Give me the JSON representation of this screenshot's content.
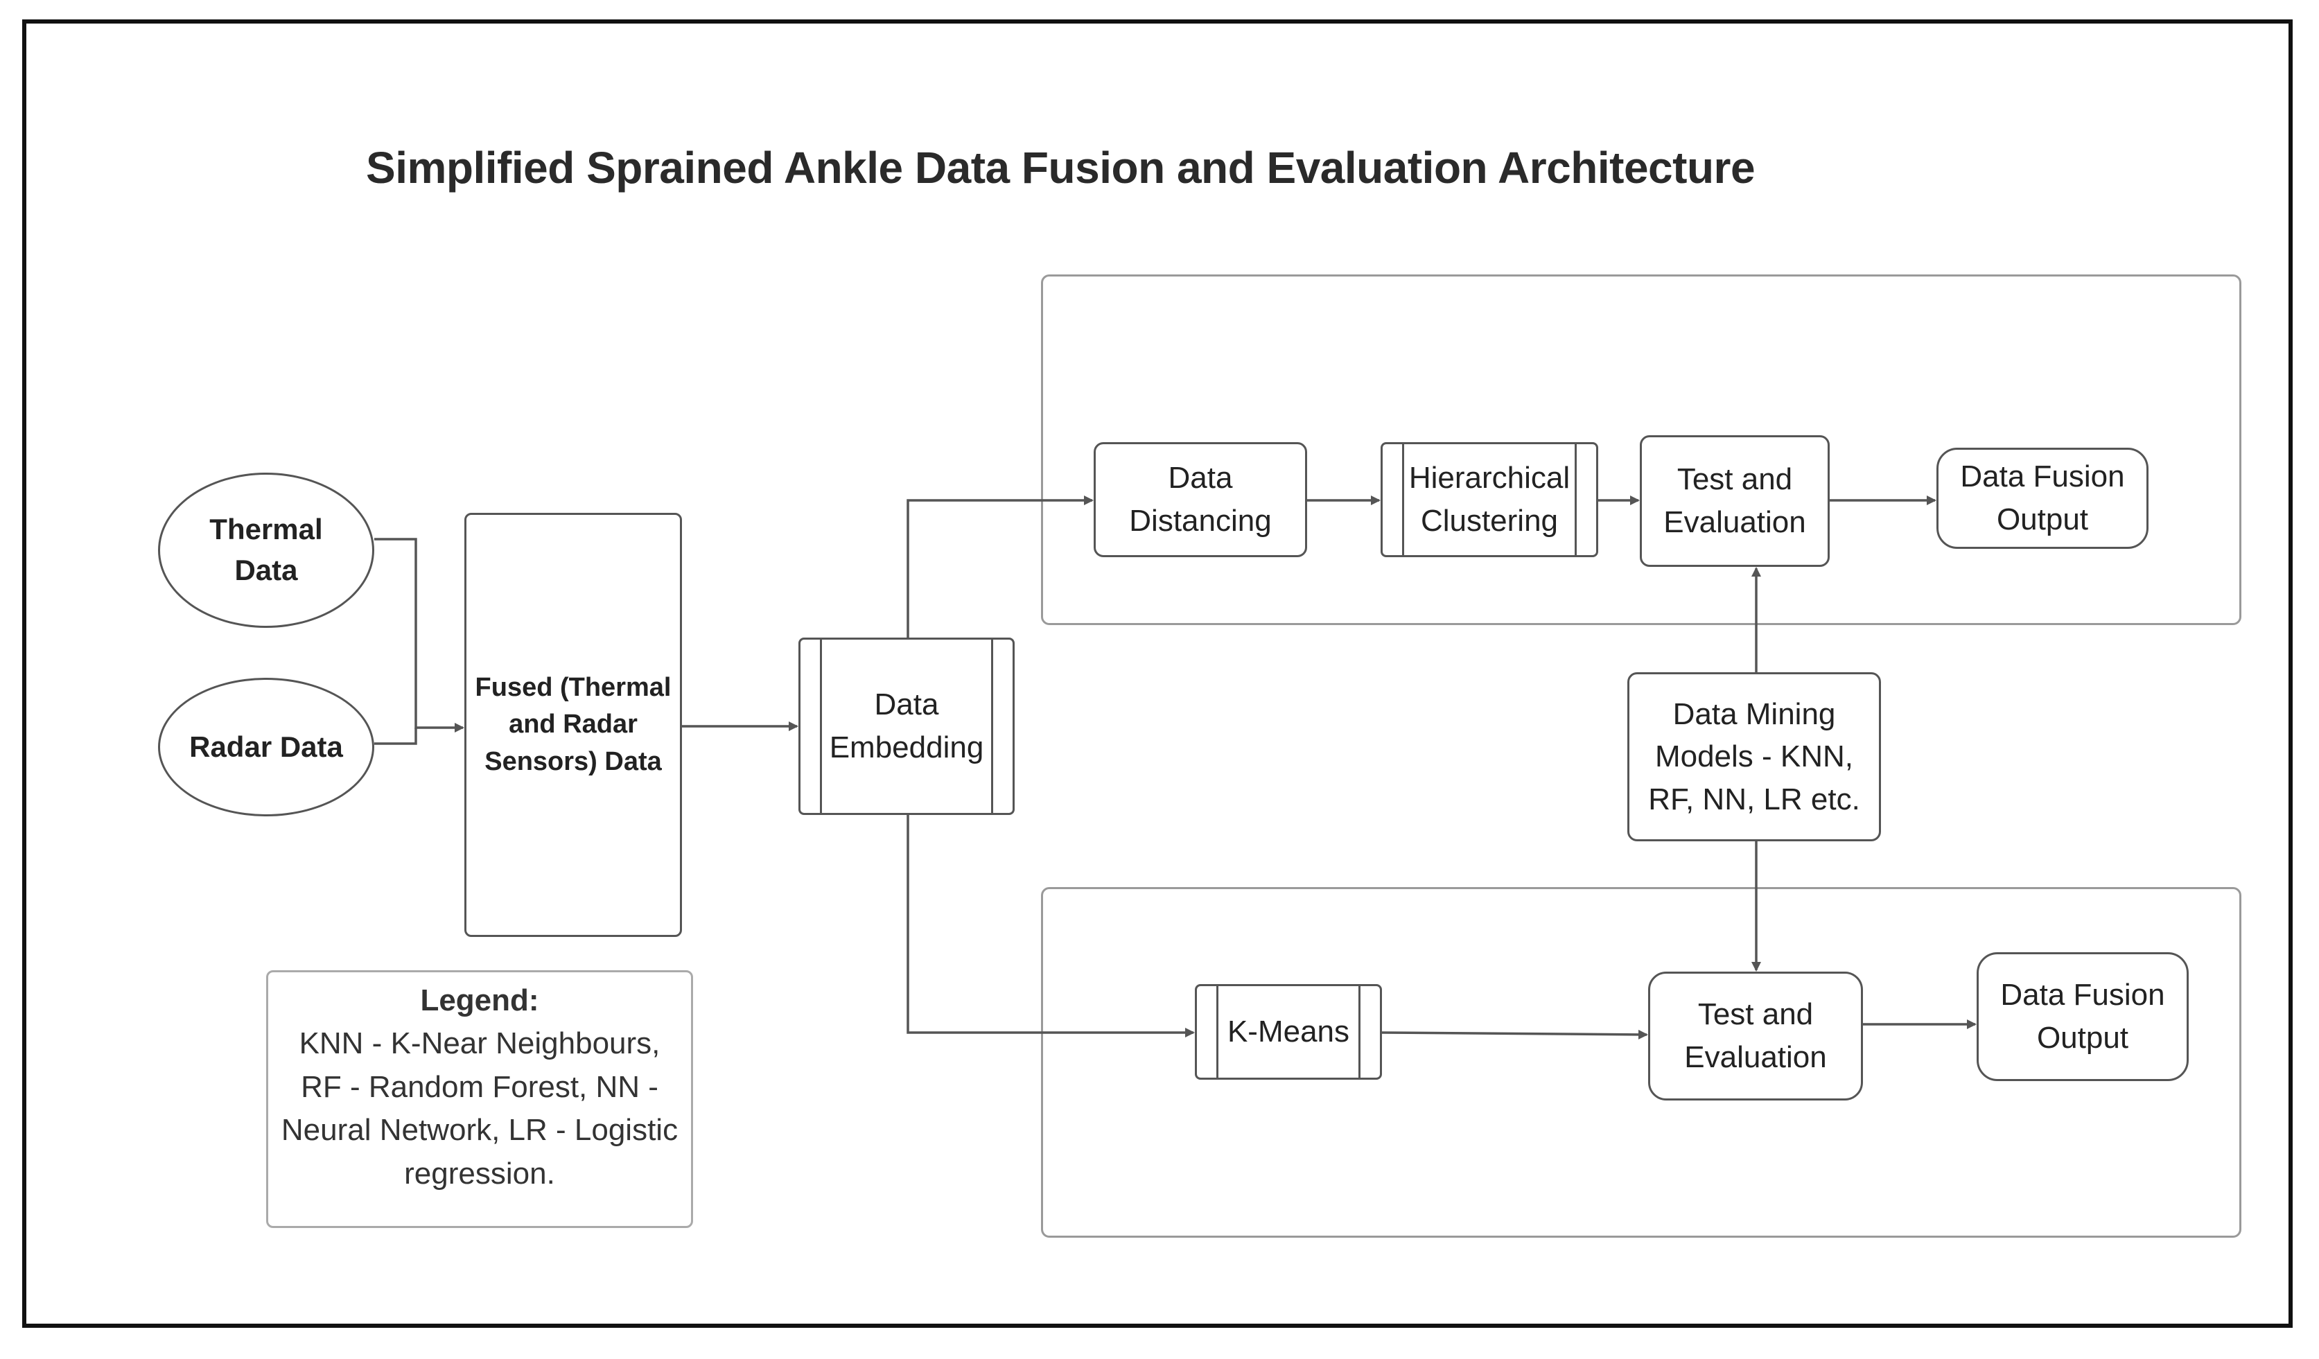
{
  "title": "Simplified Sprained Ankle Data Fusion and Evaluation Architecture",
  "nodes": {
    "thermal": "Thermal\nData",
    "radar": "Radar Data",
    "fused": "Fused  (Thermal\nand Radar\nSensors) Data",
    "embedding": "Data\nEmbedding",
    "distancing": "Data\nDistancing",
    "hierarchical": "Hierarchical\nClustering",
    "test_top": "Test and\nEvaluation",
    "output_top": "Data Fusion\nOutput",
    "mining": "Data Mining\nModels - KNN,\nRF, NN, LR etc.",
    "kmeans": "K-Means",
    "test_bottom": "Test and\nEvaluation",
    "output_bottom": "Data Fusion\nOutput"
  },
  "legend": {
    "heading": "Legend:",
    "body": "KNN - K-Near Neighbours, RF - Random Forest, NN - Neural Network, LR - Logistic regression."
  },
  "colors": {
    "stroke": "#555555",
    "panel": "#9a9a9a",
    "frame": "#111111"
  }
}
